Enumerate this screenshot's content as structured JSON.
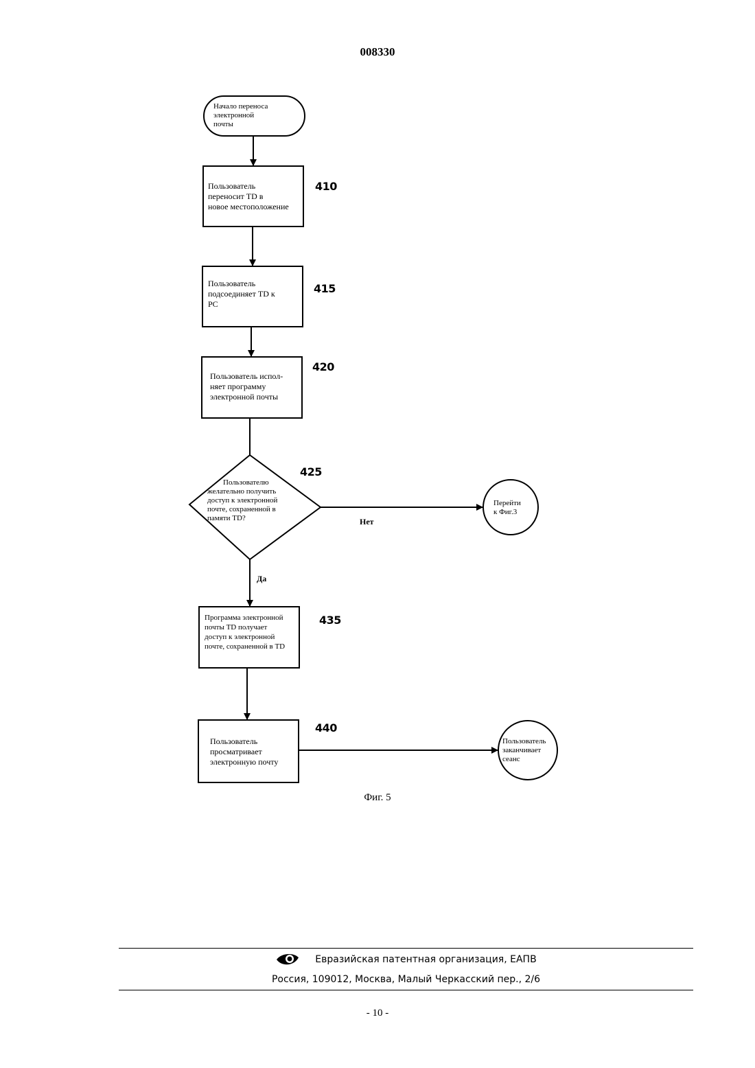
{
  "header": {
    "doc_number": "008330"
  },
  "flowchart": {
    "start": {
      "lines": [
        "Начало переноса",
        "электронной",
        "почты"
      ]
    },
    "step_410": {
      "ref": "410",
      "lines": [
        "Пользователь",
        "переносит TD в",
        "новое местоположение"
      ]
    },
    "step_415": {
      "ref": "415",
      "lines": [
        "Пользователь",
        "подсоединяет TD к",
        "PC"
      ]
    },
    "step_420": {
      "ref": "420",
      "lines": [
        "Пользователь испол-",
        "няет программу",
        "электронной почты"
      ]
    },
    "decision_425": {
      "ref": "425",
      "lines": [
        "Пользователю",
        "желательно получить",
        "доступ к электронной",
        "почте, сохраненной в",
        "памяти TD?"
      ]
    },
    "no_label": "Нет",
    "yes_label": "Да",
    "goto_fig3": {
      "lines": [
        "Перейти",
        "к Фиг.3"
      ]
    },
    "step_435": {
      "ref": "435",
      "lines": [
        "Программа электронной",
        "почты TD получает",
        "доступ к электронной",
        "почте, сохраненной в TD"
      ]
    },
    "step_440": {
      "ref": "440",
      "lines": [
        "Пользователь",
        "просматривает",
        "электронную почту"
      ]
    },
    "end": {
      "lines": [
        "Пользователь",
        "заканчивает",
        "сеанс"
      ]
    }
  },
  "caption": "Фиг. 5",
  "footer": {
    "org": "Евразийская патентная организация, ЕАПВ",
    "address": "Россия, 109012, Москва, Малый Черкасский пер., 2/6",
    "logo_icon": "eye-logo-icon"
  },
  "page_number": "- 10 -"
}
